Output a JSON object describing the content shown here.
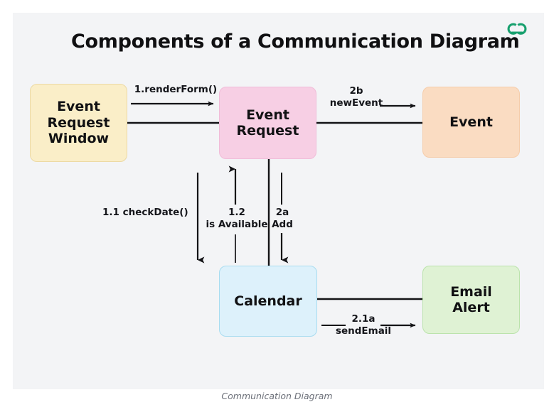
{
  "page": {
    "title": "Components of a Communication Diagram",
    "caption": "Communication Diagram",
    "background": "#ffffff",
    "canvas_background": "#f3f4f6"
  },
  "logo": {
    "name": "geeksforgeeks-logo",
    "color": "#17a06e"
  },
  "nodes": [
    {
      "id": "event-request-window",
      "label": "Event\nRequest\nWindow",
      "fill": "#faeec8",
      "stroke": "#ecd9a4"
    },
    {
      "id": "event-request",
      "label": "Event\nRequest",
      "fill": "#f7cfe4",
      "stroke": "#f0bcd8"
    },
    {
      "id": "event",
      "label": "Event",
      "fill": "#fadcc2",
      "stroke": "#f5cdab"
    },
    {
      "id": "calendar",
      "label": "Calendar",
      "fill": "#ddf1fb",
      "stroke": "#a8dcf0"
    },
    {
      "id": "email-alert",
      "label": "Email\nAlert",
      "fill": "#dff2d4",
      "stroke": "#bbe3ac"
    }
  ],
  "messages": [
    {
      "id": "render-form",
      "label": "1.renderForm()",
      "from": "event-request-window",
      "to": "event-request",
      "direction": "right"
    },
    {
      "id": "new-event",
      "label": "2b\nnewEvent",
      "from": "event-request",
      "to": "event",
      "direction": "right"
    },
    {
      "id": "check-date",
      "label": "1.1 checkDate()",
      "from": "event-request-window",
      "to": "calendar",
      "direction": "down"
    },
    {
      "id": "is-available",
      "label": "1.2\nis Available",
      "from": "calendar",
      "to": "event-request",
      "direction": "up"
    },
    {
      "id": "add",
      "label": "2a\nAdd",
      "from": "event-request",
      "to": "calendar",
      "direction": "down"
    },
    {
      "id": "send-email",
      "label": "2.1a\nsendEmail",
      "from": "calendar",
      "to": "email-alert",
      "direction": "right"
    }
  ]
}
